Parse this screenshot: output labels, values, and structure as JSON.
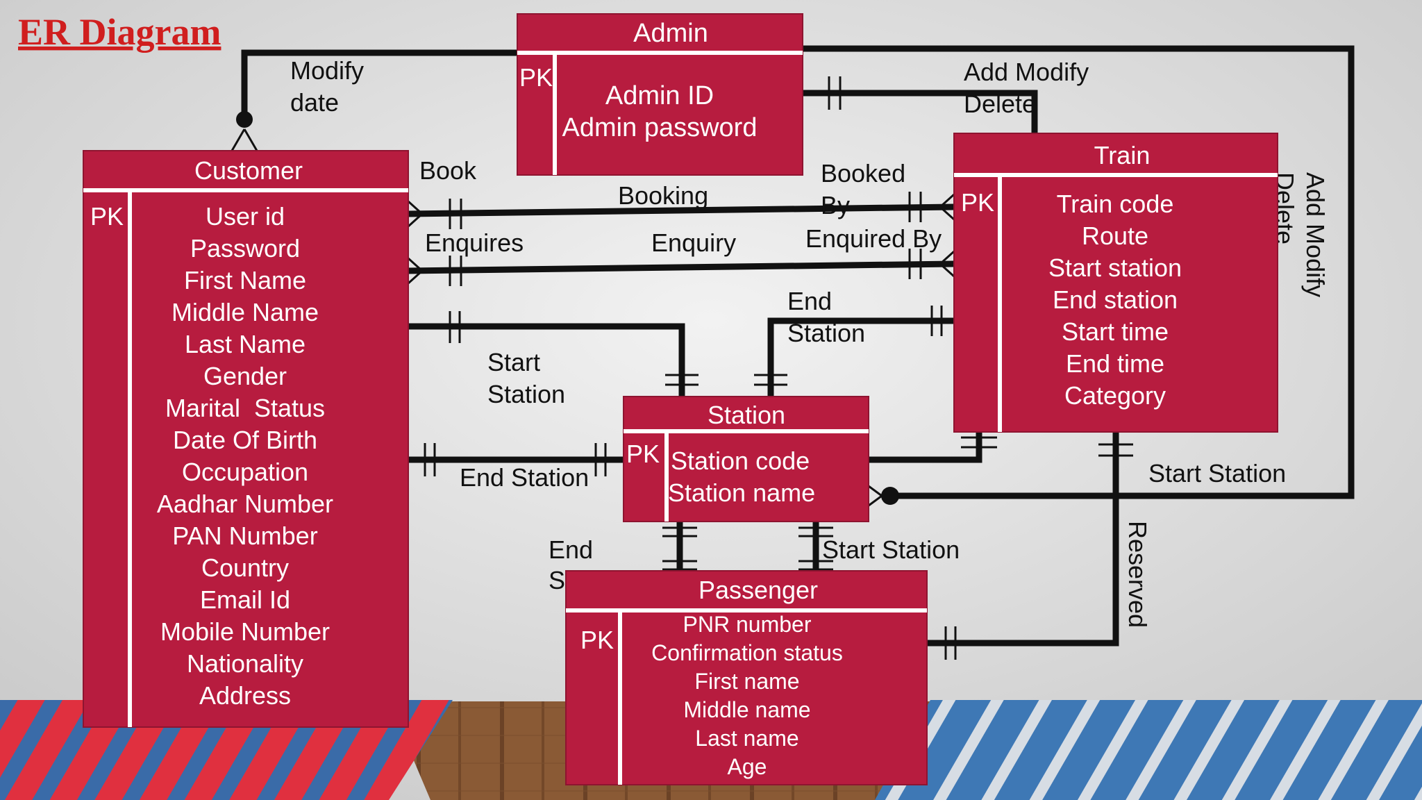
{
  "title": "ER Diagram",
  "colors": {
    "entity_fill": "#B71C3F",
    "entity_text": "#FFFFFF",
    "line": "#111111",
    "title": "#D01E1E",
    "background_top": "#E8E8E8",
    "background_bottom": "#C9C9C9",
    "floor": "#8A5A35",
    "stripe_red": "#E0303F",
    "stripe_blue": "#3E78B5"
  },
  "entities": {
    "admin": {
      "name": "Admin",
      "pk": "PK",
      "attributes": [
        "Admin ID",
        "Admin password"
      ]
    },
    "customer": {
      "name": "Customer",
      "pk": "PK",
      "attributes": [
        "User id",
        "Password",
        "First Name",
        "Middle Name",
        "Last Name",
        "Gender",
        "Marital  Status",
        "Date Of Birth",
        "Occupation",
        "Aadhar Number",
        "PAN Number",
        "Country",
        "Email Id",
        "Mobile Number",
        "Nationality",
        "Address"
      ]
    },
    "train": {
      "name": "Train",
      "pk": "PK",
      "attributes": [
        "Train code",
        "Route",
        "Start station",
        "End station",
        "Start time",
        "End time",
        "Category"
      ]
    },
    "station": {
      "name": "Station",
      "pk": "PK",
      "attributes": [
        "Station code",
        "Station name"
      ]
    },
    "passenger": {
      "name": "Passenger",
      "pk": "PK",
      "attributes": [
        "PNR number",
        "Confirmation status",
        "First name",
        "Middle name",
        "Last name",
        "Age"
      ]
    }
  },
  "relationships": {
    "modify_date": [
      "Modify",
      "date"
    ],
    "add_modify_delete": [
      "Add Modify",
      "Delete"
    ],
    "add_modify_delete_vertical": [
      "Add Modify",
      "Delete"
    ],
    "book": "Book",
    "booking": "Booking",
    "booked_by": [
      "Booked",
      "By"
    ],
    "enquires": "Enquires",
    "enquiry": "Enquiry",
    "enquired_by": "Enquired By",
    "end_station_train": [
      "End",
      "Station"
    ],
    "start_station_customer": [
      "Start",
      "Station"
    ],
    "end_station_customer": "End Station",
    "start_station_train": "Start Station",
    "end_station_passenger": [
      "End",
      "Station"
    ],
    "start_station_passenger": "Start Station",
    "reserved": "Reserved"
  }
}
